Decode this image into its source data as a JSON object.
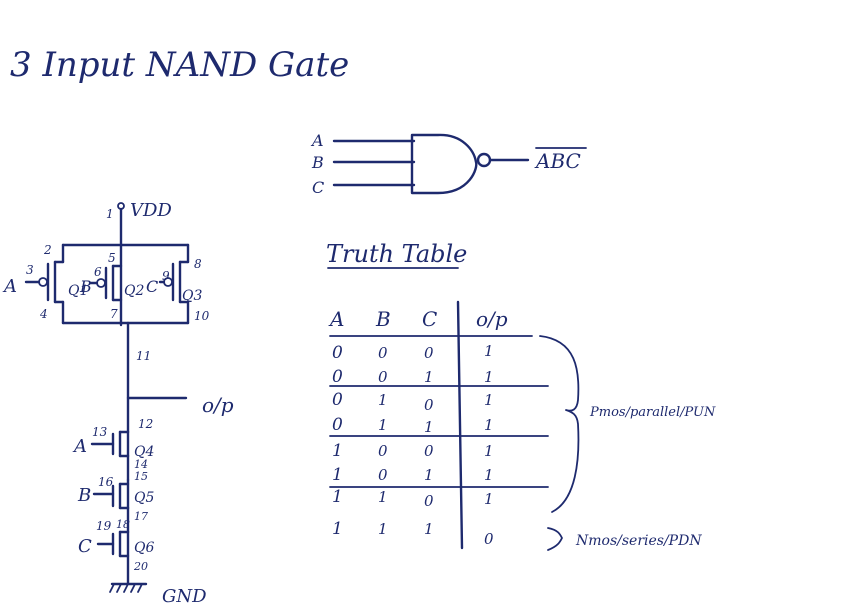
{
  "title": "3 Input NAND Gate",
  "colors": {
    "ink": "#1e2a6e",
    "background": "#ffffff"
  },
  "gate": {
    "inputs": [
      "A",
      "B",
      "C"
    ],
    "output": "ABC"
  },
  "circuit": {
    "supply": "VDD",
    "ground": "GND",
    "output": "o/p",
    "inputs": [
      "A",
      "B",
      "C"
    ],
    "transistors": [
      "Q1",
      "Q2",
      "Q3",
      "Q4",
      "Q5",
      "Q6"
    ],
    "nodes": [
      "1",
      "2",
      "3",
      "4",
      "5",
      "6",
      "7",
      "8",
      "9",
      "10",
      "11",
      "12",
      "13",
      "14",
      "15",
      "16",
      "17",
      "18",
      "19",
      "20"
    ]
  },
  "truth_table": {
    "title": "Truth Table",
    "headers": [
      "A",
      "B",
      "C",
      "o/p"
    ],
    "rows": [
      [
        "0",
        "0",
        "0",
        "1"
      ],
      [
        "0",
        "0",
        "1",
        "1"
      ],
      [
        "0",
        "1",
        "0",
        "1"
      ],
      [
        "0",
        "1",
        "1",
        "1"
      ],
      [
        "1",
        "0",
        "0",
        "1"
      ],
      [
        "1",
        "0",
        "1",
        "1"
      ],
      [
        "1",
        "1",
        "0",
        "1"
      ],
      [
        "1",
        "1",
        "1",
        "0"
      ]
    ],
    "annotations": {
      "pun": "Pmos/parallel/PUN",
      "pdn": "Nmos/series/PDN"
    }
  }
}
